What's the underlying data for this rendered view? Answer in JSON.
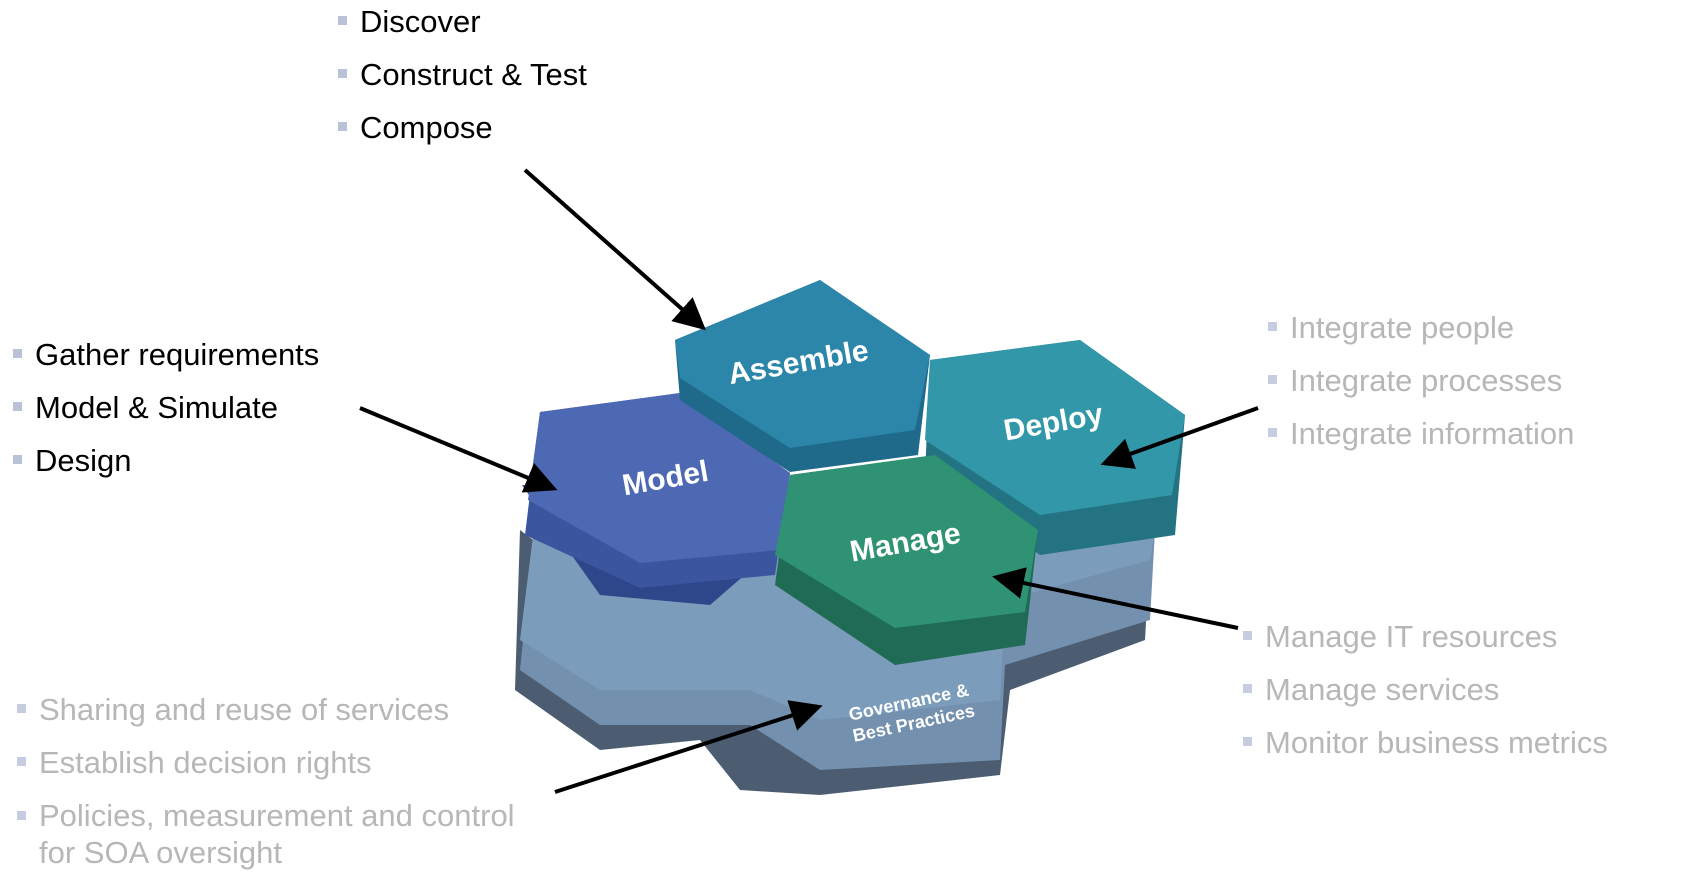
{
  "hexagons": {
    "assemble": "Assemble",
    "model": "Model",
    "deploy": "Deploy",
    "manage": "Manage",
    "governance_line1": "Governance &",
    "governance_line2": "Best Practices"
  },
  "assemble_items": [
    "Discover",
    "Construct & Test",
    "Compose"
  ],
  "model_items": [
    "Gather requirements",
    "Model & Simulate",
    "Design"
  ],
  "deploy_items": [
    "Integrate people",
    "Integrate processes",
    "Integrate information"
  ],
  "manage_items": [
    "Manage IT resources",
    "Manage services",
    "Monitor business metrics"
  ],
  "governance_items": [
    "Sharing and reuse of services",
    "Establish decision rights",
    "Policies, measurement and control for SOA oversight"
  ],
  "colors": {
    "assemble": "#2b86aa",
    "model": "#4b66b0",
    "deploy": "#3298a9",
    "manage": "#2f9273",
    "governance": "#7897b4",
    "dark_text": "#000000",
    "light_text": "#b7b7b7"
  }
}
